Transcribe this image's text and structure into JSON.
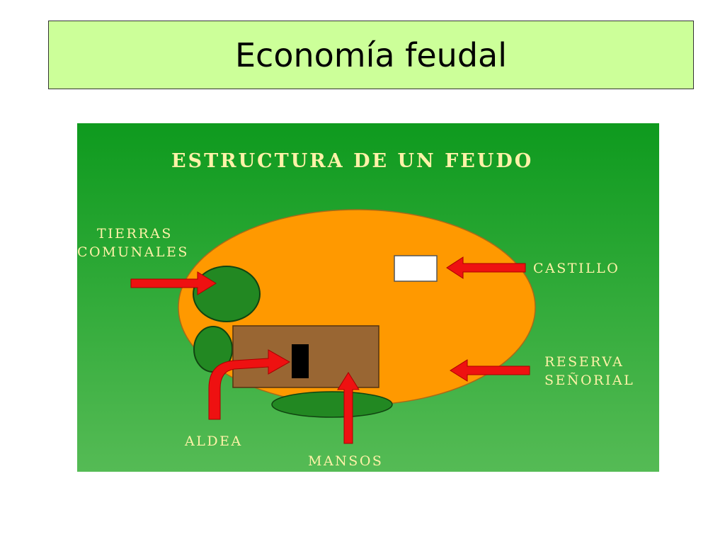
{
  "slide": {
    "title": "Economía feudal"
  },
  "diagram": {
    "heading": "ESTRUCTURA DE UN FEUDO",
    "labels": {
      "tierras_comunales_1": "TIERRAS",
      "tierras_comunales_2": "COMUNALES",
      "castillo": "CASTILLO",
      "reserva_1": "RESERVA",
      "reserva_2": "SEÑORIAL",
      "aldea": "ALDEA",
      "mansos": "MANSOS"
    },
    "colors": {
      "background_top": "#119922",
      "background_bottom": "#55bb55",
      "estate": "#ff9900",
      "woods": "#228822",
      "village": "#996633",
      "castle": "#ffffff",
      "arrow": "#ee1111",
      "label": "#fff2a8"
    }
  }
}
